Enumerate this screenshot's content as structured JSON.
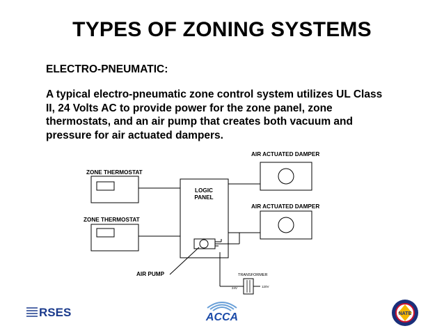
{
  "slide": {
    "title": "TYPES OF ZONING SYSTEMS",
    "subtitle": "ELECTRO-PNEUMATIC:",
    "body_lines": [
      "A typical electro-pneumatic zone control system utilizes UL Class",
      "II, 24 Volts AC to provide power for the zone panel, zone",
      "thermostats, and an air pump that creates both vacuum and",
      "pressure for air actuated dampers."
    ]
  },
  "diagram": {
    "thermostat_1_label": "ZONE THERMOSTAT",
    "thermostat_2_label": "ZONE THERMOSTAT",
    "logic_panel_line1": "LOGIC",
    "logic_panel_line2": "PANEL",
    "damper_1_label": "AIR ACTUATED DAMPER",
    "damper_2_label": "AIR ACTUATED DAMPER",
    "air_pump_label": "AIR PUMP",
    "transformer_label": "TRANSFORMER",
    "transformer_secondary": "24V",
    "transformer_primary": "120V"
  },
  "logos": {
    "rses_text": "RSES",
    "acca_text": "ACCA",
    "nate_text": "NATE",
    "rses_color": "#1a3a8c",
    "acca_color": "#1a4aa8",
    "nate_color": "#1a2f7a",
    "nate_ring_color": "#c8102e"
  }
}
